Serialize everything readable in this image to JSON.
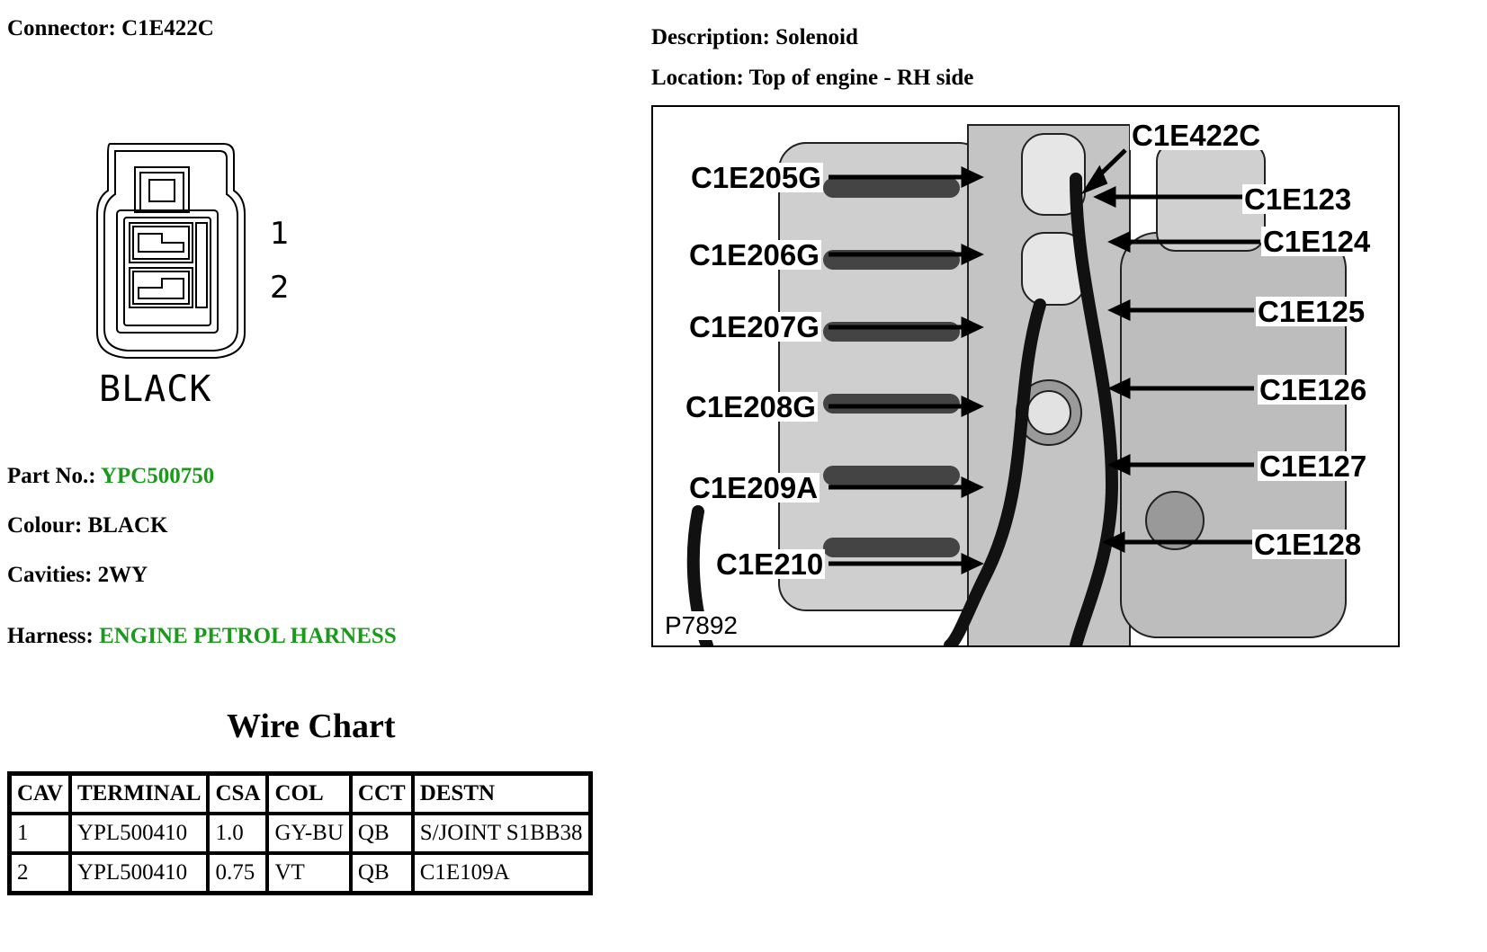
{
  "connector": {
    "label": "Connector:",
    "value": "C1E422C"
  },
  "description": {
    "label": "Description:",
    "value": "Solenoid"
  },
  "location": {
    "label": "Location:",
    "value": "Top of engine - RH side"
  },
  "diagram": {
    "pin1": "1",
    "pin2": "2",
    "caption": "BLACK"
  },
  "part_no": {
    "label": "Part No.:",
    "value": "YPC500750"
  },
  "colour": {
    "label": "Colour:",
    "value": "BLACK"
  },
  "cavities": {
    "label": "Cavities:",
    "value": "2WY"
  },
  "harness": {
    "label": "Harness:",
    "value": "ENGINE PETROL HARNESS"
  },
  "link_color": "#1a9a1a",
  "figure": {
    "reference": "P7892",
    "callouts_left": [
      "C1E205G",
      "C1E206G",
      "C1E207G",
      "C1E208G",
      "C1E209A",
      "C1E210"
    ],
    "callouts_right": [
      "C1E422C",
      "C1E123",
      "C1E124",
      "C1E125",
      "C1E126",
      "C1E127",
      "C1E128"
    ]
  },
  "wire_chart": {
    "title": "Wire Chart",
    "columns": [
      "CAV",
      "TERMINAL",
      "CSA",
      "COL",
      "CCT",
      "DESTN"
    ],
    "rows": [
      [
        "1",
        "YPL500410",
        "1.0",
        "GY-BU",
        "QB",
        "S/JOINT S1BB38"
      ],
      [
        "2",
        "YPL500410",
        "0.75",
        "VT",
        "QB",
        "C1E109A"
      ]
    ]
  }
}
